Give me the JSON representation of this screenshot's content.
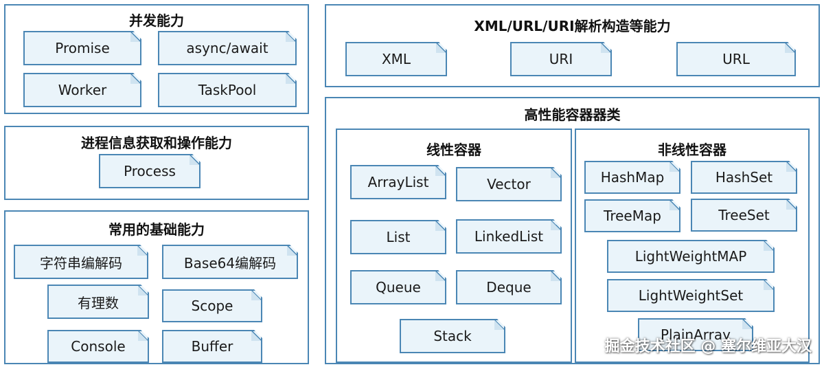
{
  "concurrency": {
    "title": "并发能力",
    "items": [
      "Promise",
      "async/await",
      "Worker",
      "TaskPool"
    ]
  },
  "process_info": {
    "title": "进程信息获取和操作能力",
    "items": [
      "Process"
    ]
  },
  "basic": {
    "title": "常用的基础能力",
    "items": [
      "字符串编解码",
      "Base64编解码",
      "有理数",
      "Scope",
      "Console",
      "Buffer"
    ]
  },
  "parsing": {
    "title": "XML/URL/URI解析构造等能力",
    "items": [
      "XML",
      "URI",
      "URL"
    ]
  },
  "containers": {
    "title": "高性能容器器类",
    "linear": {
      "title": "线性容器",
      "items": [
        "ArrayList",
        "Vector",
        "List",
        "LinkedList",
        "Queue",
        "Deque",
        "Stack"
      ]
    },
    "nonlinear": {
      "title": "非线性容器",
      "items": [
        "HashMap",
        "HashSet",
        "TreeMap",
        "TreeSet",
        "LightWeightMAP",
        "LightWeightSet",
        "PlainArray"
      ]
    }
  },
  "watermark": "掘金技术社区 @ 塞尔维亚大汉"
}
